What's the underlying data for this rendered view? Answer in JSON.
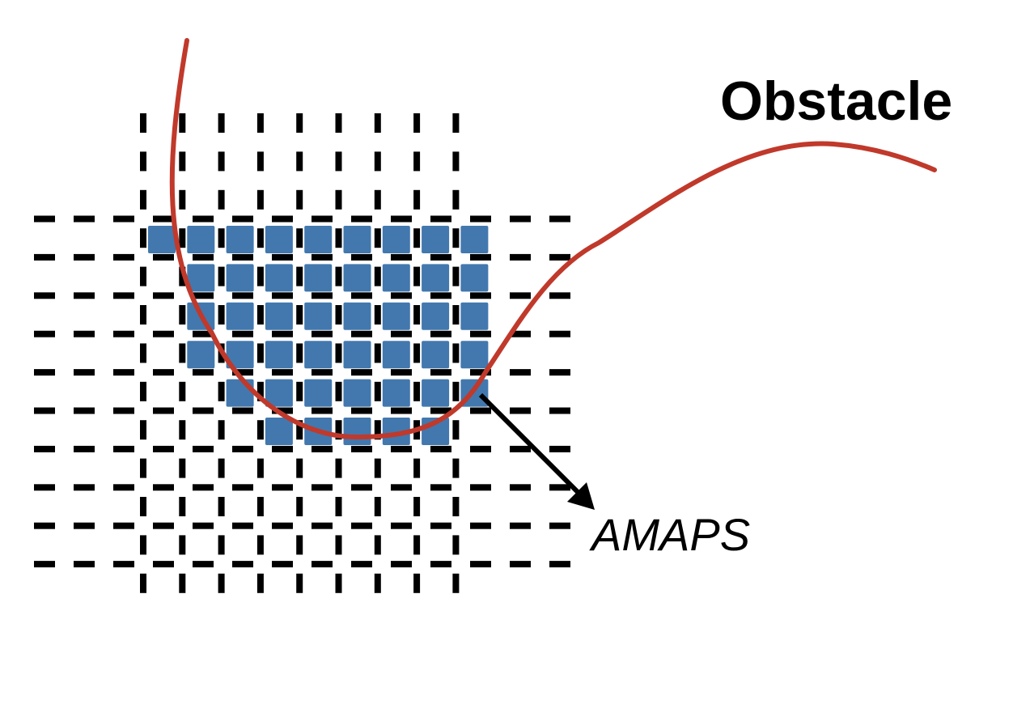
{
  "labels": {
    "obstacle": "Obstacle",
    "amaps": "AMAPS"
  },
  "colors": {
    "background": "#ffffff",
    "grid_dash": "#000000",
    "cell_fill": "#4278ae",
    "obstacle_curve": "#c0392b",
    "arrow": "#000000"
  },
  "grid": {
    "rows": 13,
    "cols": 9,
    "row_pattern": [
      {
        "h_segments": 0
      },
      {
        "h_segments": 0
      },
      {
        "h_segments": 0
      },
      {
        "h_segments": 14
      },
      {
        "h_segments": 14
      },
      {
        "h_segments": 14
      },
      {
        "h_segments": 14
      },
      {
        "h_segments": 14
      },
      {
        "h_segments": 14
      },
      {
        "h_segments": 14
      },
      {
        "h_segments": 14
      },
      {
        "h_segments": 14
      },
      {
        "h_segments": 14
      }
    ]
  },
  "highlighted_cells": [
    [
      0,
      0
    ],
    [
      0,
      1
    ],
    [
      0,
      2
    ],
    [
      0,
      3
    ],
    [
      0,
      4
    ],
    [
      0,
      5
    ],
    [
      0,
      6
    ],
    [
      0,
      7
    ],
    [
      0,
      8
    ],
    [
      1,
      1
    ],
    [
      1,
      2
    ],
    [
      1,
      3
    ],
    [
      1,
      4
    ],
    [
      1,
      5
    ],
    [
      1,
      6
    ],
    [
      1,
      7
    ],
    [
      1,
      8
    ],
    [
      2,
      1
    ],
    [
      2,
      2
    ],
    [
      2,
      3
    ],
    [
      2,
      4
    ],
    [
      2,
      5
    ],
    [
      2,
      6
    ],
    [
      2,
      7
    ],
    [
      2,
      8
    ],
    [
      3,
      1
    ],
    [
      3,
      2
    ],
    [
      3,
      3
    ],
    [
      3,
      4
    ],
    [
      3,
      5
    ],
    [
      3,
      6
    ],
    [
      3,
      7
    ],
    [
      3,
      8
    ],
    [
      4,
      2
    ],
    [
      4,
      3
    ],
    [
      4,
      4
    ],
    [
      4,
      5
    ],
    [
      4,
      6
    ],
    [
      4,
      7
    ],
    [
      4,
      8
    ],
    [
      5,
      3
    ],
    [
      5,
      4
    ],
    [
      5,
      5
    ],
    [
      5,
      6
    ],
    [
      5,
      7
    ]
  ]
}
